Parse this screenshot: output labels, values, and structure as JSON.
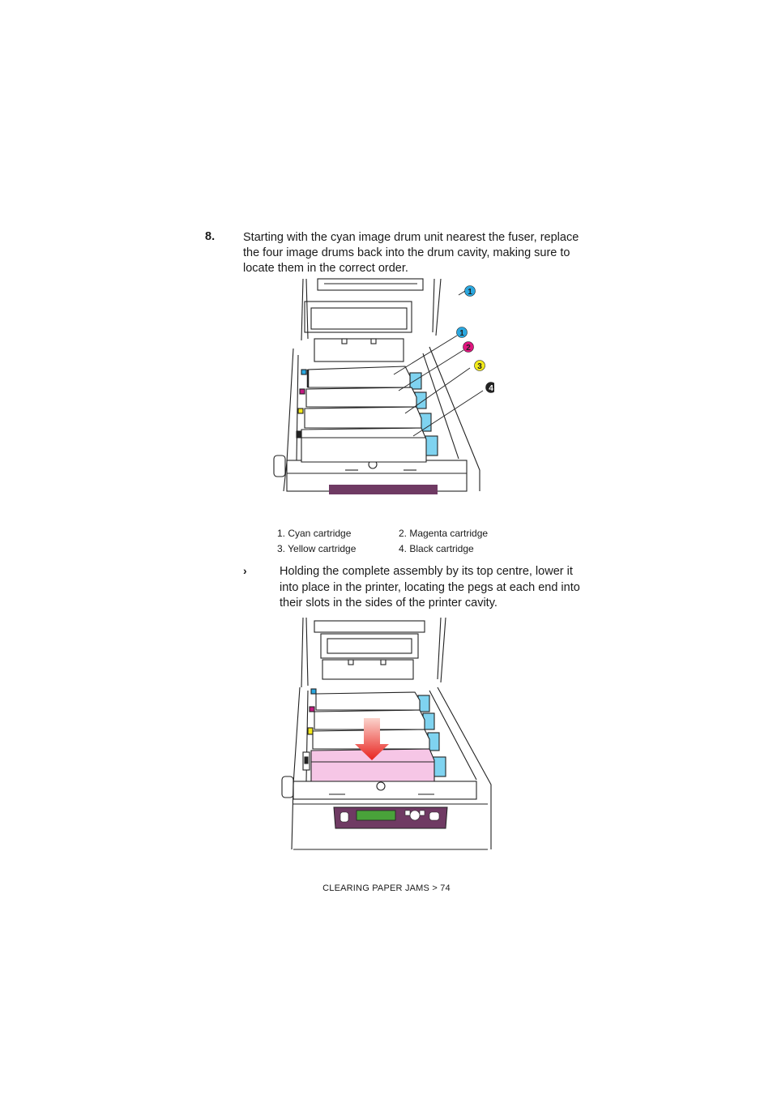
{
  "step": {
    "number": "8.",
    "text": "Starting with the cyan image drum unit nearest the fuser, replace the four image drums back into the drum cavity, making sure to locate them in the correct order."
  },
  "figure1": {
    "callouts": [
      {
        "label": "1",
        "color": "#2aa8e0"
      },
      {
        "label": "1",
        "color": "#2aa8e0"
      },
      {
        "label": "2",
        "color": "#e0157f"
      },
      {
        "label": "3",
        "color": "#f2ea1a"
      },
      {
        "label": "4",
        "color": "#222222"
      }
    ]
  },
  "legend": {
    "item1": "1. Cyan cartridge",
    "item2": "2. Magenta cartridge",
    "item3": "3. Yellow cartridge",
    "item4": "4. Black cartridge"
  },
  "substep": {
    "bullet": "›",
    "text": "Holding the complete assembly by its top centre, lower it into place in the printer, locating the pegs at each end into their slots in the sides of the printer cavity."
  },
  "colors": {
    "cyan": "#7fd3f0",
    "magenta": "#c21a80",
    "yellow": "#f2e71a",
    "highlight_pink": "#f6c6e6",
    "arrow_red": "#e8231f",
    "panel_purple": "#6f3a63",
    "lcd_green": "#49a23a"
  },
  "footer": {
    "text": "CLEARING PAPER JAMS > 74"
  }
}
